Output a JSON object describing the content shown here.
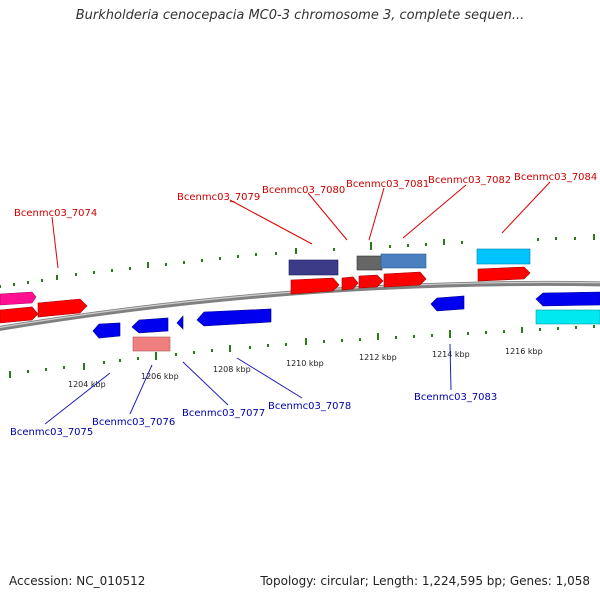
{
  "title": "Burkholderia cenocepacia MC0-3 chromosome 3, complete sequen...",
  "accession": "Accession: NC_010512",
  "summary": "Topology: circular; Length: 1,224,595 bp; Genes: 1,058",
  "colors": {
    "forward_gene": "#ff0000",
    "reverse_gene": "#0000ee",
    "label_top": "#cc0000",
    "label_bottom": "#0000aa",
    "tick": "#2a7a1a",
    "backbone": "#888888"
  },
  "kbp_ticks": [
    "1204 kbp",
    "1206 kbp",
    "1208 kbp",
    "1210 kbp",
    "1212 kbp",
    "1214 kbp",
    "1216 kbp"
  ],
  "top_labels": [
    "Bcenmc03_7074",
    "Bcenmc03_7079",
    "Bcenmc03_7080",
    "Bcenmc03_7081",
    "Bcenmc03_7082",
    "Bcenmc03_7084"
  ],
  "bottom_labels": [
    "Bcenmc03_7075",
    "Bcenmc03_7076",
    "Bcenmc03_7077",
    "Bcenmc03_7078",
    "Bcenmc03_7083"
  ]
}
